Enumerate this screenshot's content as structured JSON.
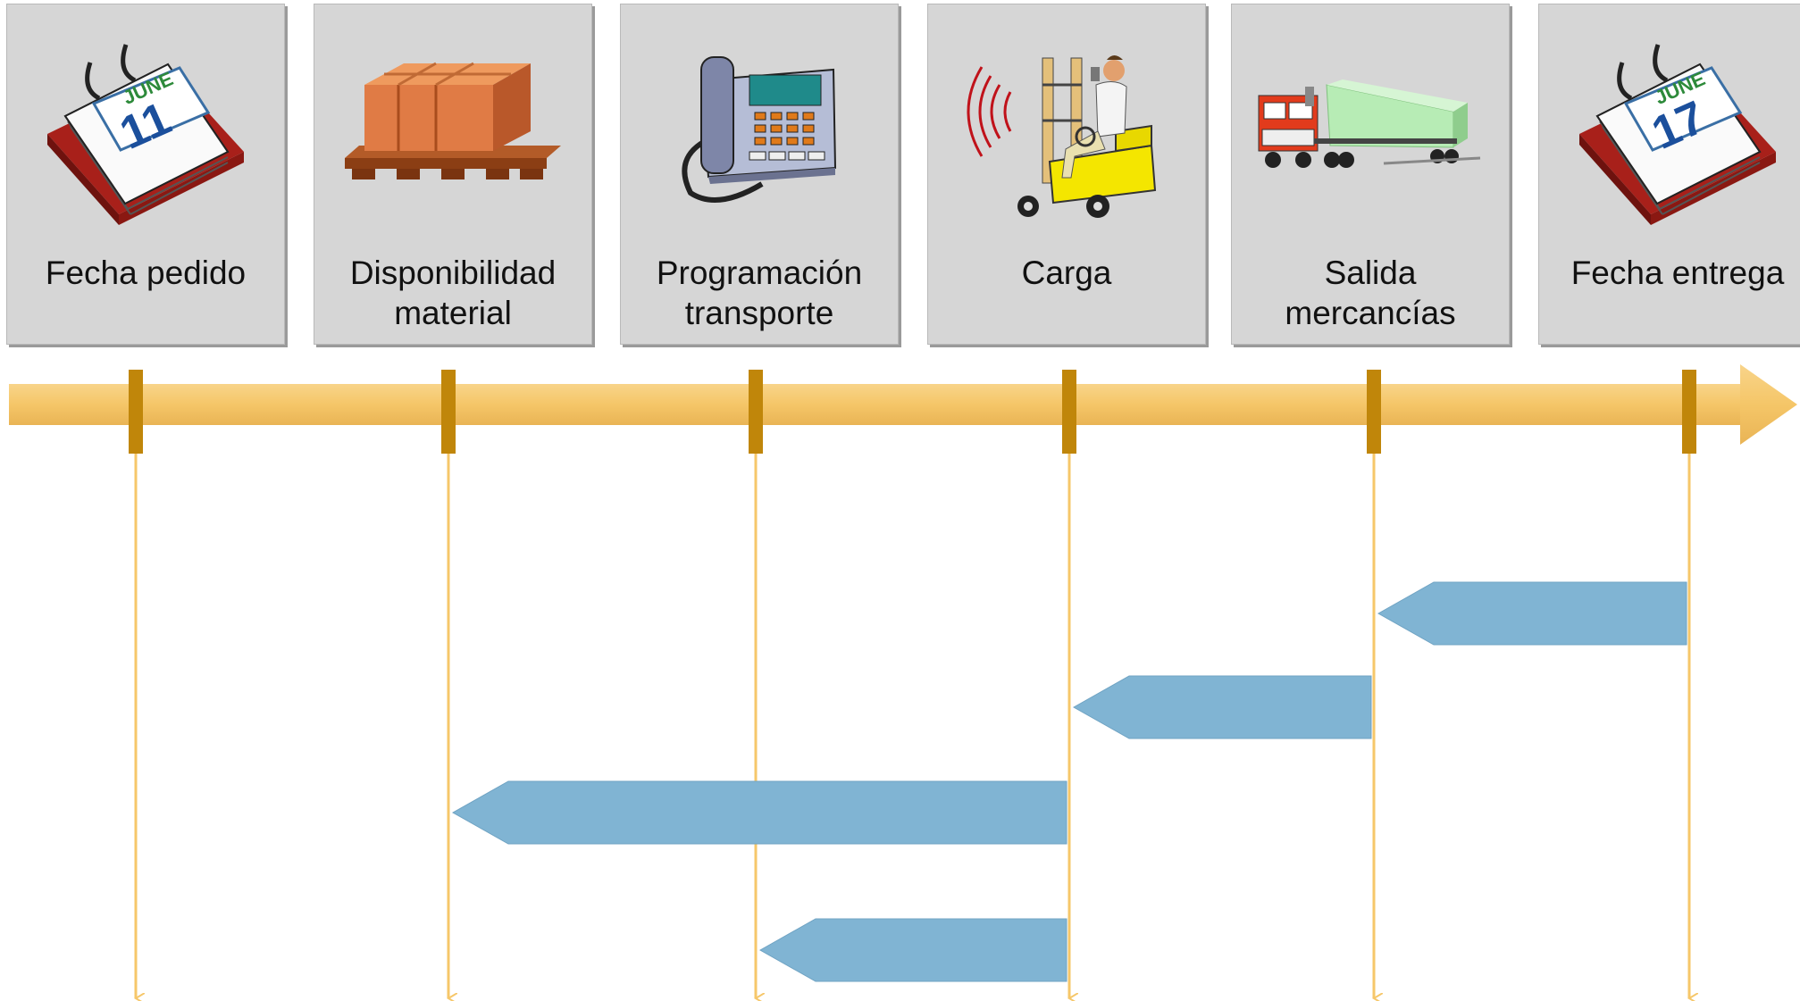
{
  "steps": [
    {
      "id": "order",
      "lines": [
        "Fecha pedido",
        ""
      ],
      "icon": "calendar-icon",
      "day": "11",
      "month": "JUNE"
    },
    {
      "id": "material",
      "lines": [
        "Disponibilidad",
        "material"
      ],
      "icon": "pallet-boxes-icon"
    },
    {
      "id": "transport",
      "lines": [
        "Programación",
        "transporte"
      ],
      "icon": "telephone-icon"
    },
    {
      "id": "loading",
      "lines": [
        "Carga",
        ""
      ],
      "icon": "forklift-icon"
    },
    {
      "id": "goods",
      "lines": [
        "Salida",
        "mercancías"
      ],
      "icon": "truck-icon"
    },
    {
      "id": "delivery",
      "lines": [
        "Fecha entrega",
        ""
      ],
      "icon": "calendar-icon",
      "day": "17",
      "month": "JUNE"
    }
  ],
  "colors": {
    "card": "#d6d6d6",
    "timeline": "#f5c668",
    "marker": "#c0860a",
    "guide": "#f6c76a",
    "bar": "#80b4d3"
  },
  "bars": [
    {
      "from_step": 4,
      "to_step": 5
    },
    {
      "from_step": 3,
      "to_step": 4
    },
    {
      "from_step": 1,
      "to_step": 3
    },
    {
      "from_step": 2,
      "to_step": 3
    }
  ]
}
